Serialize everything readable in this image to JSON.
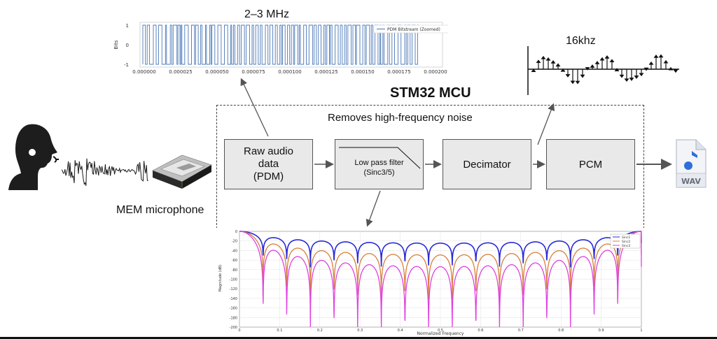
{
  "title": "STM32 MCU",
  "subtitle": "Removes high-frequency noise",
  "mic_label": "MEM microphone",
  "blocks": {
    "raw": [
      "Raw audio",
      "data",
      "(PDM)"
    ],
    "lpf": [
      "Low pass filter",
      "(Sinc3/5)"
    ],
    "decimator": "Decimator",
    "pcm": "PCM"
  },
  "file_label": "WAV",
  "pdm_freq_label": "2–3 MHz",
  "pcm_freq_label": "16khz",
  "pdm_chart": {
    "type": "line",
    "ylabel": "Bits",
    "yticks": [
      "1",
      "0",
      "-1"
    ],
    "xticks": [
      "0.000000",
      "0.000025",
      "0.000050",
      "0.000075",
      "0.000100",
      "0.000125",
      "0.000150",
      "0.000175",
      "0.000200"
    ],
    "legend": "PDM Bitstream (Zoomed)"
  },
  "sinc_chart": {
    "type": "line",
    "xlabel": "Normalized Frequency",
    "ylabel": "Magnitude (dB)",
    "xticks": [
      "0",
      "0.1",
      "0.2",
      "0.3",
      "0.4",
      "0.5",
      "0.6",
      "0.7",
      "0.8",
      "0.9",
      "1"
    ],
    "yticks": [
      "0",
      "-20",
      "-40",
      "-60",
      "-80",
      "-100",
      "-120",
      "-140",
      "-160",
      "-180",
      "-200"
    ],
    "legend": [
      "Sinc1",
      "Sinc2",
      "Sinc3"
    ],
    "colors": [
      "#2a2ad8",
      "#d6803a",
      "#e040e0"
    ]
  },
  "chart_data": [
    {
      "type": "line",
      "title": "",
      "xlabel": "",
      "ylabel": "Bits",
      "xlim": [
        0,
        0.0002
      ],
      "ylim": [
        -1,
        1
      ],
      "series": [
        {
          "name": "PDM Bitstream (Zoomed)",
          "values": "binary pulse stream of ±1 values"
        }
      ]
    },
    {
      "type": "line",
      "title": "",
      "xlabel": "Normalized Frequency",
      "ylabel": "Magnitude (dB)",
      "xlim": [
        0,
        1
      ],
      "ylim": [
        -200,
        0
      ],
      "null_spacing": 0.0588,
      "series": [
        {
          "name": "Sinc1",
          "lobe_peak_db": -18
        },
        {
          "name": "Sinc2",
          "lobe_peak_db": -40
        },
        {
          "name": "Sinc3",
          "lobe_peak_db": -60
        }
      ]
    }
  ]
}
